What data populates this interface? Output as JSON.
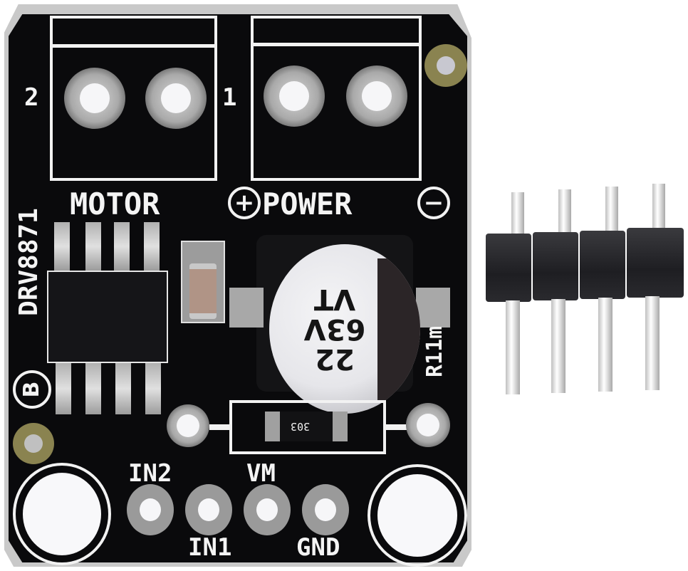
{
  "image": {
    "subject": "DRV8871 motor driver breakout board with 4-pin male header",
    "background_color": "#ffffff"
  },
  "board": {
    "color": "#0a0a0c",
    "silkscreen_color": "#f2f2f2",
    "chip_label": "DRV8871",
    "corner_badge": "B",
    "resistor_marking_label": "R11m",
    "terminal_blocks": {
      "motor": {
        "label": "MOTOR",
        "pin_left": "2",
        "pin_right": "1"
      },
      "power": {
        "label": "POWER",
        "plus_symbol": "+",
        "minus_symbol": "−"
      }
    },
    "capacitor": {
      "line1": "VT",
      "line2": "63V",
      "line3": "22"
    },
    "smd_resistor": {
      "marking": "303"
    },
    "header_pins": [
      {
        "label": "IN2"
      },
      {
        "label": "IN1"
      },
      {
        "label": "VM"
      },
      {
        "label": "GND"
      }
    ]
  },
  "loose_header": {
    "pin_count": 4,
    "body_color": "#2a2a2e",
    "pin_color": "#e8e8e8"
  }
}
